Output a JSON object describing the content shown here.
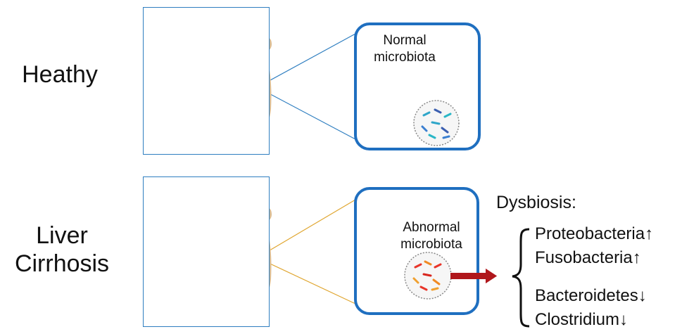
{
  "rows": {
    "healthy": {
      "label": "Heathy",
      "callout": "Normal\nmicrobiota",
      "connector_color": "#2e7ec0"
    },
    "cirrhosis": {
      "label_line1": "Liver",
      "label_line2": "Cirrhosis",
      "callout": "Abnormal\nmicrobiota",
      "connector_color": "#e0a630"
    }
  },
  "dysbiosis": {
    "title": "Dysbiosis:",
    "items": [
      {
        "name": "Proteobacteria",
        "arrow": "↑"
      },
      {
        "name": "Fusobacteria",
        "arrow": "↑"
      },
      {
        "name": "Bacteroidetes",
        "arrow": "↓"
      },
      {
        "name": "Clostridium",
        "arrow": "↓"
      }
    ]
  },
  "colors": {
    "panel_border": "#2e7ec0",
    "callout_border": "#1f6fc0",
    "colon": "#d9bc94",
    "colon_dark": "#c4a47a",
    "arrow": "#b0171c"
  }
}
